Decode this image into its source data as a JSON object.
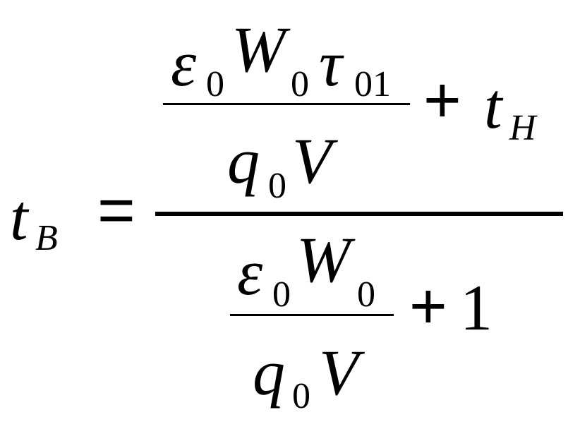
{
  "formula": {
    "lhs": {
      "symbol": "t",
      "subscript": "B"
    },
    "equals": "=",
    "numerator": {
      "fraction": {
        "top": [
          {
            "symbol": "ε",
            "subscript": "0"
          },
          {
            "symbol": "W",
            "subscript": "0"
          },
          {
            "symbol": "τ",
            "subscript": "01"
          }
        ],
        "bottom": [
          {
            "symbol": "q",
            "subscript": "0"
          },
          {
            "symbol": "V",
            "subscript": ""
          }
        ]
      },
      "plus": "+",
      "term": {
        "symbol": "t",
        "subscript": "H"
      }
    },
    "denominator": {
      "fraction": {
        "top": [
          {
            "symbol": "ε",
            "subscript": "0"
          },
          {
            "symbol": "W",
            "subscript": "0"
          }
        ],
        "bottom": [
          {
            "symbol": "q",
            "subscript": "0"
          },
          {
            "symbol": "V",
            "subscript": ""
          }
        ]
      },
      "plus": "+",
      "term": "1"
    }
  }
}
